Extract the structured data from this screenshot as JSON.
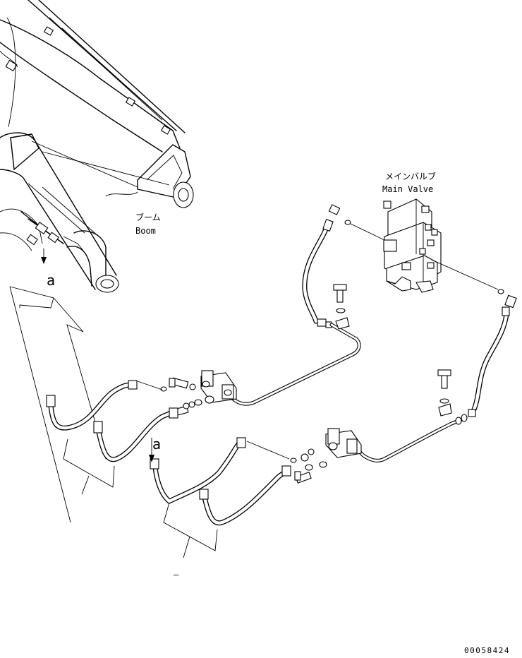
{
  "labels": {
    "boom_jp": "ブーム",
    "boom_en": "Boom",
    "main_valve_jp": "メインバルブ",
    "main_valve_en": "Main Valve",
    "view_a_1": "a",
    "view_a_2": "a",
    "reference_dash": "–",
    "drawing_number": "00058424"
  }
}
